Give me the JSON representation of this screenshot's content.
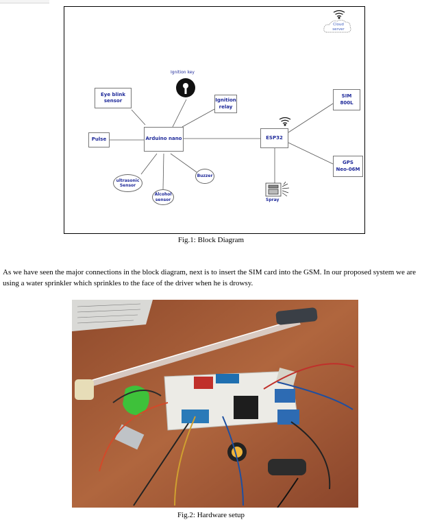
{
  "figure1": {
    "caption": "Fig.1: Block Diagram",
    "blocks": {
      "eye_blink": "Eye blink\nsensor",
      "pulse": "Pulse",
      "arduino": "Arduino nano",
      "ignition_relay": "Ignition\nrelay",
      "esp32": "ESP32",
      "sim": "SIM\n800L",
      "gps": "GPS\nNeo-06M",
      "ultrasonic": "ultrasonic\nSensor",
      "alcohol": "Alcohol\nsensor",
      "buzzer": "Buzzer",
      "ignition_key": "Ignition key",
      "spray": "Spray",
      "cloud": "Cloud\nserver"
    },
    "icons": [
      "wifi-icon",
      "cloud-icon",
      "ignition-key-icon",
      "spray-icon"
    ]
  },
  "paragraph": "As we have seen the major connections in the block diagram, next is to insert the SIM card into the GSM. In our proposed system we are using a water sprinkler which sprinkles to the face of the driver when he is drowsy.",
  "figure2": {
    "caption": "Fig.2: Hardware setup"
  }
}
